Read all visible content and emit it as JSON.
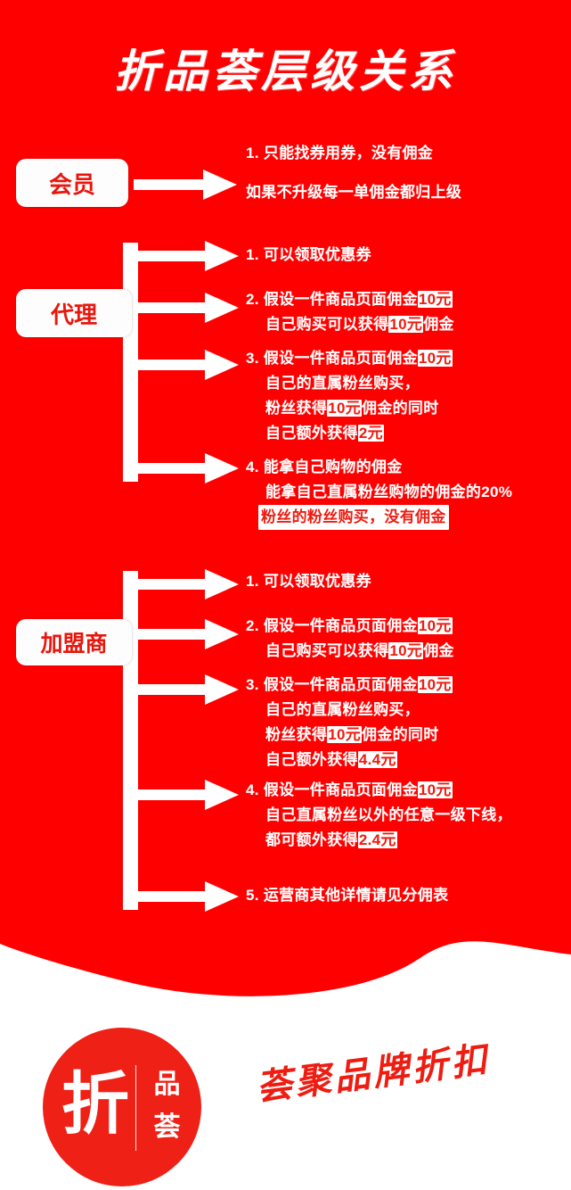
{
  "page": {
    "title": "折品荟层级关系",
    "background_color": "#ff0000",
    "text_color": "#ffffff",
    "highlight_bg": "#ffffff",
    "highlight_text_color": "#ee1c11"
  },
  "sections": [
    {
      "role": "会员",
      "items": [
        {
          "num": "1.",
          "lines": [
            {
              "segments": [
                {
                  "t": "只能找券用券，没有佣金",
                  "hl": false
                }
              ]
            }
          ]
        },
        {
          "num": "",
          "lines": [
            {
              "segments": [
                {
                  "t": "如果不升级每一单佣金都归上级",
                  "hl": false
                }
              ]
            }
          ]
        }
      ]
    },
    {
      "role": "代理",
      "items": [
        {
          "num": "1.",
          "lines": [
            {
              "segments": [
                {
                  "t": "可以领取优惠券",
                  "hl": false
                }
              ]
            }
          ]
        },
        {
          "num": "2.",
          "lines": [
            {
              "segments": [
                {
                  "t": "假设一件商品页面佣金",
                  "hl": false
                },
                {
                  "t": "10元",
                  "hl": true
                }
              ]
            },
            {
              "segments": [
                {
                  "t": "自己购买可以获得",
                  "hl": false
                },
                {
                  "t": "10元",
                  "hl": true
                },
                {
                  "t": "佣金",
                  "hl": false
                }
              ]
            }
          ]
        },
        {
          "num": "3.",
          "lines": [
            {
              "segments": [
                {
                  "t": "假设一件商品页面佣金",
                  "hl": false
                },
                {
                  "t": "10元",
                  "hl": true
                }
              ]
            },
            {
              "segments": [
                {
                  "t": "自己的直属粉丝购买，",
                  "hl": false
                }
              ]
            },
            {
              "segments": [
                {
                  "t": "粉丝获得",
                  "hl": false
                },
                {
                  "t": "10元",
                  "hl": true
                },
                {
                  "t": "佣金的同时",
                  "hl": false
                }
              ]
            },
            {
              "segments": [
                {
                  "t": "自己额外获得",
                  "hl": false
                },
                {
                  "t": "2元",
                  "hl": true
                }
              ]
            }
          ]
        },
        {
          "num": "4.",
          "lines": [
            {
              "segments": [
                {
                  "t": "能拿自己购物的佣金",
                  "hl": false
                }
              ]
            },
            {
              "segments": [
                {
                  "t": "能拿自己直属粉丝购物的佣金的20%",
                  "hl": false
                }
              ]
            },
            {
              "segments": [
                {
                  "t": "粉丝的粉丝购买，没有佣金",
                  "hl": true
                }
              ]
            }
          ]
        }
      ]
    },
    {
      "role": "加盟商",
      "items": [
        {
          "num": "1.",
          "lines": [
            {
              "segments": [
                {
                  "t": "可以领取优惠券",
                  "hl": false
                }
              ]
            }
          ]
        },
        {
          "num": "2.",
          "lines": [
            {
              "segments": [
                {
                  "t": "假设一件商品页面佣金",
                  "hl": false
                },
                {
                  "t": "10元",
                  "hl": true
                }
              ]
            },
            {
              "segments": [
                {
                  "t": "自己购买可以获得",
                  "hl": false
                },
                {
                  "t": "10元",
                  "hl": true
                },
                {
                  "t": "佣金",
                  "hl": false
                }
              ]
            }
          ]
        },
        {
          "num": "3.",
          "lines": [
            {
              "segments": [
                {
                  "t": "假设一件商品页面佣金",
                  "hl": false
                },
                {
                  "t": "10元",
                  "hl": true
                }
              ]
            },
            {
              "segments": [
                {
                  "t": "自己的直属粉丝购买，",
                  "hl": false
                }
              ]
            },
            {
              "segments": [
                {
                  "t": "粉丝获得",
                  "hl": false
                },
                {
                  "t": "10元",
                  "hl": true
                },
                {
                  "t": "佣金的同时",
                  "hl": false
                }
              ]
            },
            {
              "segments": [
                {
                  "t": "自己额外获得",
                  "hl": false
                },
                {
                  "t": "4.4元",
                  "hl": true
                }
              ]
            }
          ]
        },
        {
          "num": "4.",
          "lines": [
            {
              "segments": [
                {
                  "t": "假设一件商品页面佣金",
                  "hl": false
                },
                {
                  "t": "10元",
                  "hl": true
                }
              ]
            },
            {
              "segments": [
                {
                  "t": "自己直属粉丝以外的任意一级下线，",
                  "hl": false
                }
              ]
            },
            {
              "segments": [
                {
                  "t": "都可额外获得",
                  "hl": false
                },
                {
                  "t": "2.4元",
                  "hl": true
                }
              ]
            }
          ]
        },
        {
          "num": "5.",
          "lines": [
            {
              "segments": [
                {
                  "t": "运营商其他详情请见分佣表",
                  "hl": false
                }
              ]
            }
          ]
        }
      ]
    }
  ],
  "footer": {
    "logo_main": "折",
    "logo_sub_top": "品",
    "logo_sub_bottom": "荟",
    "slogan": "荟聚品牌折扣",
    "logo_color": "#ef2016"
  }
}
